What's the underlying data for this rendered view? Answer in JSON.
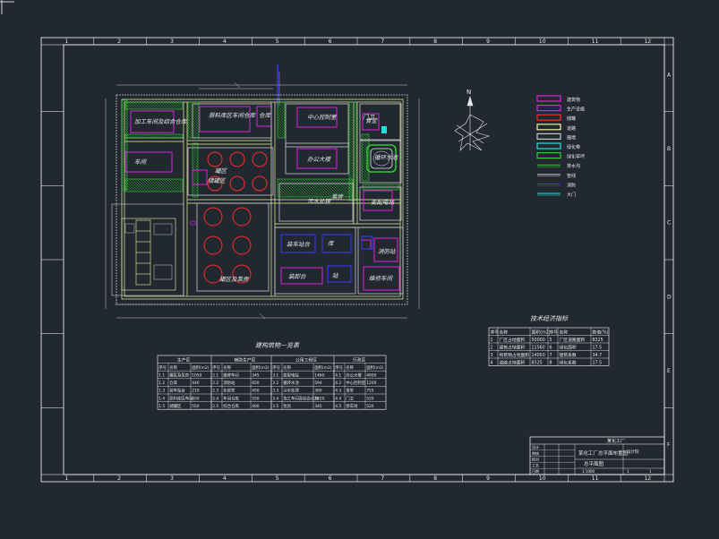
{
  "drawing": {
    "colors": {
      "background": "#212830",
      "frame": "#ffffff",
      "road": "#f4eea2",
      "green": "#2ecc2e",
      "magenta": "#e020e0",
      "red": "#ff2a2a",
      "blue": "#3c3cff",
      "cyan": "#20e0e0",
      "fence": "#c8c8c8"
    },
    "ruler_columns": [
      "1",
      "2",
      "3",
      "4",
      "5",
      "6",
      "7",
      "8",
      "9",
      "10",
      "11",
      "12"
    ],
    "ruler_rows": [
      "A",
      "B",
      "C",
      "D",
      "E",
      "F"
    ]
  },
  "site_plan": {
    "buildings": [
      {
        "name": "vehicle-storage-block",
        "label": "加工车间及综合仓库"
      },
      {
        "name": "processing-workshop-block",
        "label": "原料库区车间仓库"
      },
      {
        "name": "small-room-block",
        "label": "仓库"
      },
      {
        "name": "central-control-block",
        "label": "中心控制室"
      },
      {
        "name": "office-building-block",
        "label": "办公大楼"
      },
      {
        "name": "canteen-block",
        "label": "食堂"
      },
      {
        "name": "tank-farm-a",
        "label": "罐区"
      },
      {
        "name": "tank-farm-a-sub",
        "label": "储罐区"
      },
      {
        "name": "tank-farm-b",
        "label": "罐区及泵房"
      },
      {
        "name": "pump-room-block",
        "label": "泵房"
      },
      {
        "name": "loading-block-1",
        "label": "装车站台"
      },
      {
        "name": "loading-block-2",
        "label": "装卸台"
      },
      {
        "name": "fire-station-block",
        "label": "消防站"
      },
      {
        "name": "maintenance-block",
        "label": "维修车间"
      },
      {
        "name": "substation-block",
        "label": "变配电站"
      },
      {
        "name": "water-plant-block",
        "label": "污水处理"
      },
      {
        "name": "workshop-block",
        "label": "车间"
      },
      {
        "name": "cooling-tower-block",
        "label": "循环水池"
      },
      {
        "name": "guard-block",
        "label": "门卫"
      },
      {
        "name": "small-a",
        "label": "库"
      },
      {
        "name": "small-b",
        "label": "站"
      }
    ]
  },
  "legend": {
    "items": [
      {
        "label": "建筑物"
      },
      {
        "label": "生产设施"
      },
      {
        "label": "储罐"
      },
      {
        "label": "道路"
      },
      {
        "label": "围墙"
      },
      {
        "label": "绿化带"
      },
      {
        "label": "绿化草坪"
      },
      {
        "label": "排水沟"
      },
      {
        "label": "管线"
      },
      {
        "label": "消防"
      },
      {
        "label": "大门"
      }
    ]
  },
  "tech_table": {
    "title": "技术经济指标",
    "rows": [
      [
        "1",
        "厂区占地面积",
        "50000",
        "5",
        "厂区道路面积",
        "8325"
      ],
      [
        "2",
        "建筑占地面积",
        "11560",
        "6",
        "绿化面积",
        "17.5"
      ],
      [
        "3",
        "构筑物占地面积",
        "14050",
        "7",
        "建筑系数",
        "34.7"
      ],
      [
        "4",
        "道路占地面积",
        "8325",
        "8",
        "绿化系数",
        "17.5"
      ]
    ],
    "headers": [
      "序号",
      "名称",
      "面积(m2)",
      "序号",
      "名称",
      "数值(%)"
    ]
  },
  "buildings_table": {
    "title": "建构筑物一览表",
    "group_headers": [
      "生产区",
      "辅助生产区",
      "公用工程区",
      "行政区"
    ],
    "subheaders": [
      "序号",
      "名称",
      "面积(m2)",
      "序号",
      "名称",
      "面积(m2)",
      "序号",
      "名称",
      "面积(m2)",
      "序号",
      "名称",
      "面积(m2)"
    ],
    "rows": [
      [
        "1.1",
        "罐区及泵房",
        "1050",
        "2.1",
        "维修车间",
        "345",
        "3.1",
        "变配电站",
        "1460",
        "4.1",
        "办公大楼",
        "4600"
      ],
      [
        "1.2",
        "仓库",
        "440",
        "2.2",
        "消防站",
        "650",
        "3.2",
        "循环水池",
        "594",
        "4.2",
        "中心控制室",
        "1200"
      ],
      [
        "1.3",
        "装车站台",
        "210",
        "2.3",
        "化验室",
        "450",
        "3.3",
        "污水处理",
        "360",
        "4.3",
        "食堂",
        "755"
      ],
      [
        "1.4",
        "原料库区车间",
        "650",
        "2.4",
        "车间仓库",
        "550",
        "3.4",
        "加工车间及综合仓库",
        "1420",
        "4.4",
        "门卫",
        "520"
      ],
      [
        "1.5",
        "储罐区",
        "550",
        "2.5",
        "综合仓库",
        "400",
        "3.5",
        "泵房",
        "345",
        "4.5",
        "停车场",
        "520"
      ]
    ]
  },
  "title_block": {
    "project": "某化工厂",
    "drawing_title": "某化工厂总平面布置图",
    "subtitle": "总平面图",
    "scale": "1:1000",
    "sheet": "1",
    "total": "1",
    "labels": [
      "设计",
      "审核",
      "校对",
      "工艺",
      "日期"
    ],
    "company": "设计院"
  }
}
